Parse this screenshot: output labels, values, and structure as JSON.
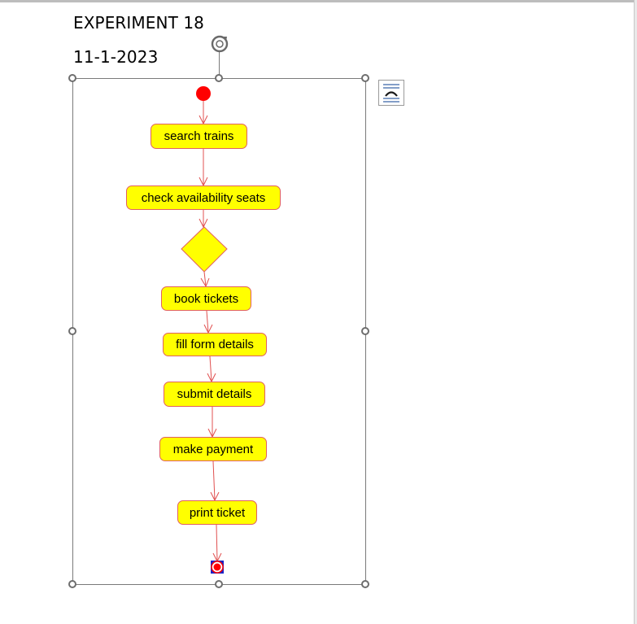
{
  "document": {
    "title": "EXPERIMENT 18",
    "date": "11-1-2023"
  },
  "activity_diagram": {
    "nodes": [
      {
        "id": "search",
        "label": "search trains"
      },
      {
        "id": "check",
        "label": "check availability seats"
      },
      {
        "id": "book",
        "label": "book tickets"
      },
      {
        "id": "fill",
        "label": "fill form details"
      },
      {
        "id": "submit",
        "label": "submit details"
      },
      {
        "id": "pay",
        "label": "make payment"
      },
      {
        "id": "print",
        "label": "print ticket"
      }
    ]
  },
  "colors": {
    "node_fill": "#ffff00",
    "node_border": "#e06060",
    "arrow": "#e05050",
    "start_node": "#ff0000",
    "end_node_marker": "#1a23c8"
  },
  "toolbar": {
    "rotate_icon": "rotate-icon",
    "layout_options_icon": "layout-options-icon"
  }
}
